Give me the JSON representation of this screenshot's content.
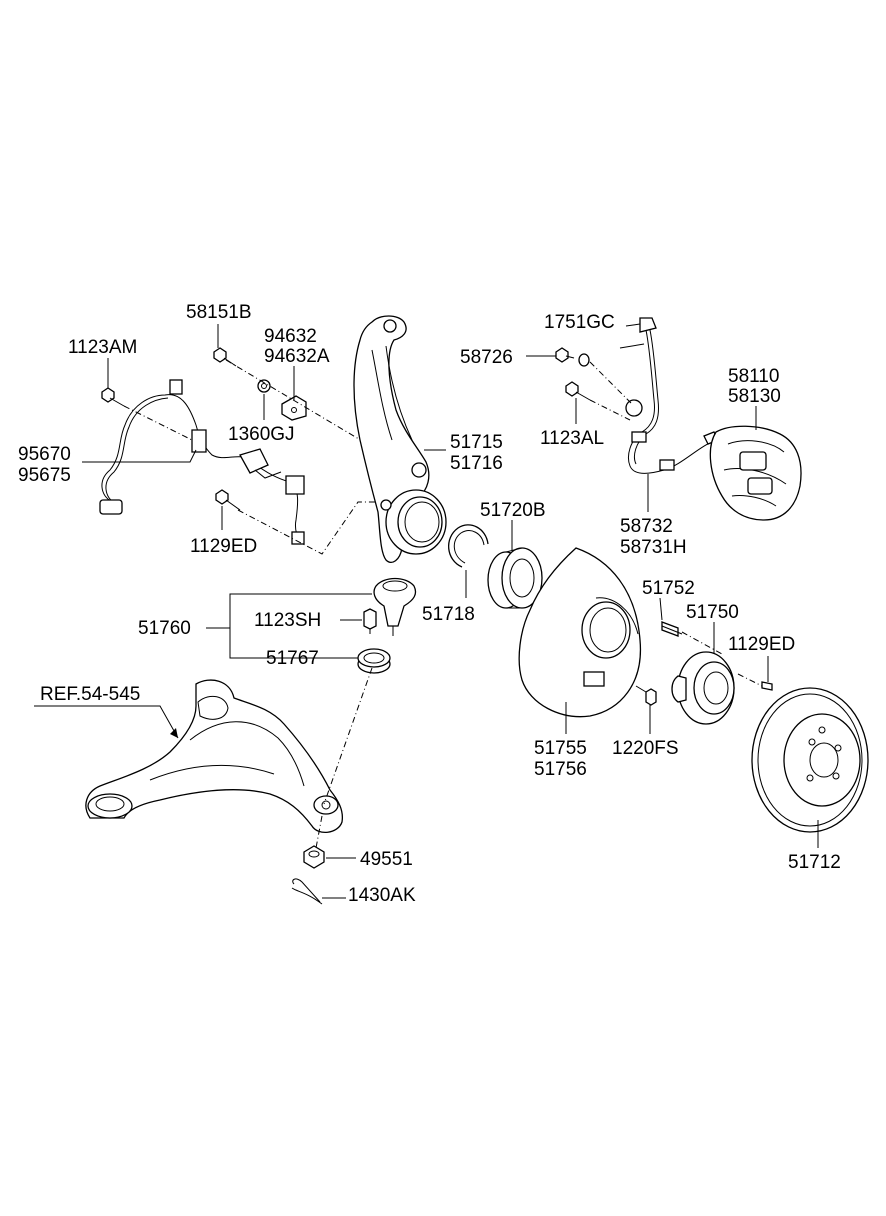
{
  "labels": {
    "p58151B": "58151B",
    "p94632": "94632",
    "p94632A": "94632A",
    "p1123AM": "1123AM",
    "p1360GJ": "1360GJ",
    "p95670": "95670",
    "p95675": "95675",
    "p1129ED_left": "1129ED",
    "p51715": "51715",
    "p51716": "51716",
    "p1751GC": "1751GC",
    "p58726": "58726",
    "p1123AL": "1123AL",
    "p58110": "58110",
    "p58130": "58130",
    "p58732": "58732",
    "p58731H": "58731H",
    "p51720B": "51720B",
    "p51718": "51718",
    "p51760": "51760",
    "p1123SH": "1123SH",
    "p51767": "51767",
    "ref": "REF.54-545",
    "p49551": "49551",
    "p1430AK": "1430AK",
    "p51752": "51752",
    "p51750": "51750",
    "p1129ED_right": "1129ED",
    "p51755": "51755",
    "p51756": "51756",
    "p1220FS": "1220FS",
    "p51712": "51712"
  }
}
